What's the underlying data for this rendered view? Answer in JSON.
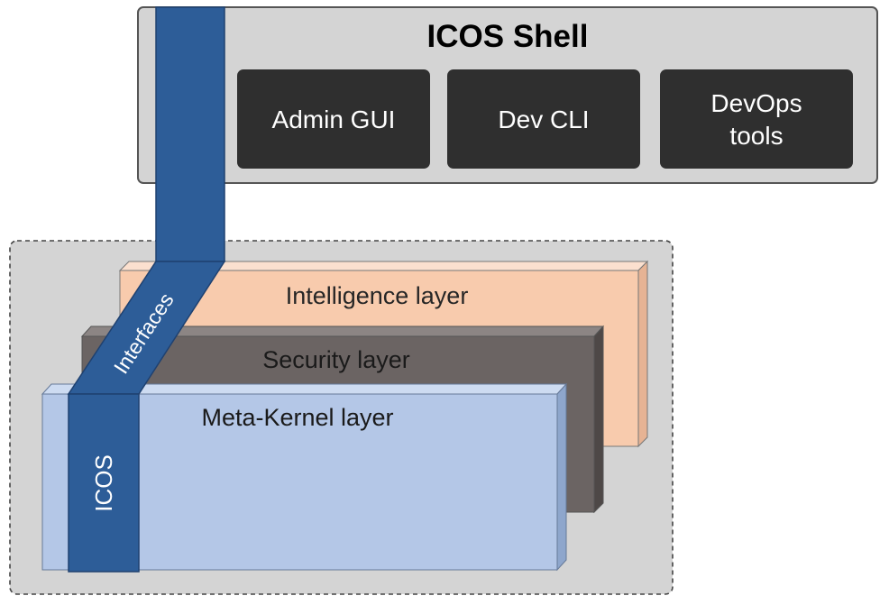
{
  "shell": {
    "title": "ICOS Shell",
    "tools": [
      {
        "line1": "Admin GUI",
        "line2": ""
      },
      {
        "line1": "Dev CLI",
        "line2": ""
      },
      {
        "line1": "DevOps",
        "line2": "tools"
      }
    ]
  },
  "layers": {
    "intelligence": "Intelligence layer",
    "security": "Security layer",
    "meta_kernel": "Meta-Kernel layer"
  },
  "band": {
    "interfaces": "Interfaces",
    "icos": "ICOS"
  },
  "colors": {
    "shell_bg": "#d4d4d4",
    "tool_bg": "#2f2f2f",
    "intelligence_front": "#f8cbad",
    "security_front": "#6b6463",
    "meta_front": "#b4c7e7",
    "band": "#2d5d98",
    "band_dark": "#1f4170"
  }
}
